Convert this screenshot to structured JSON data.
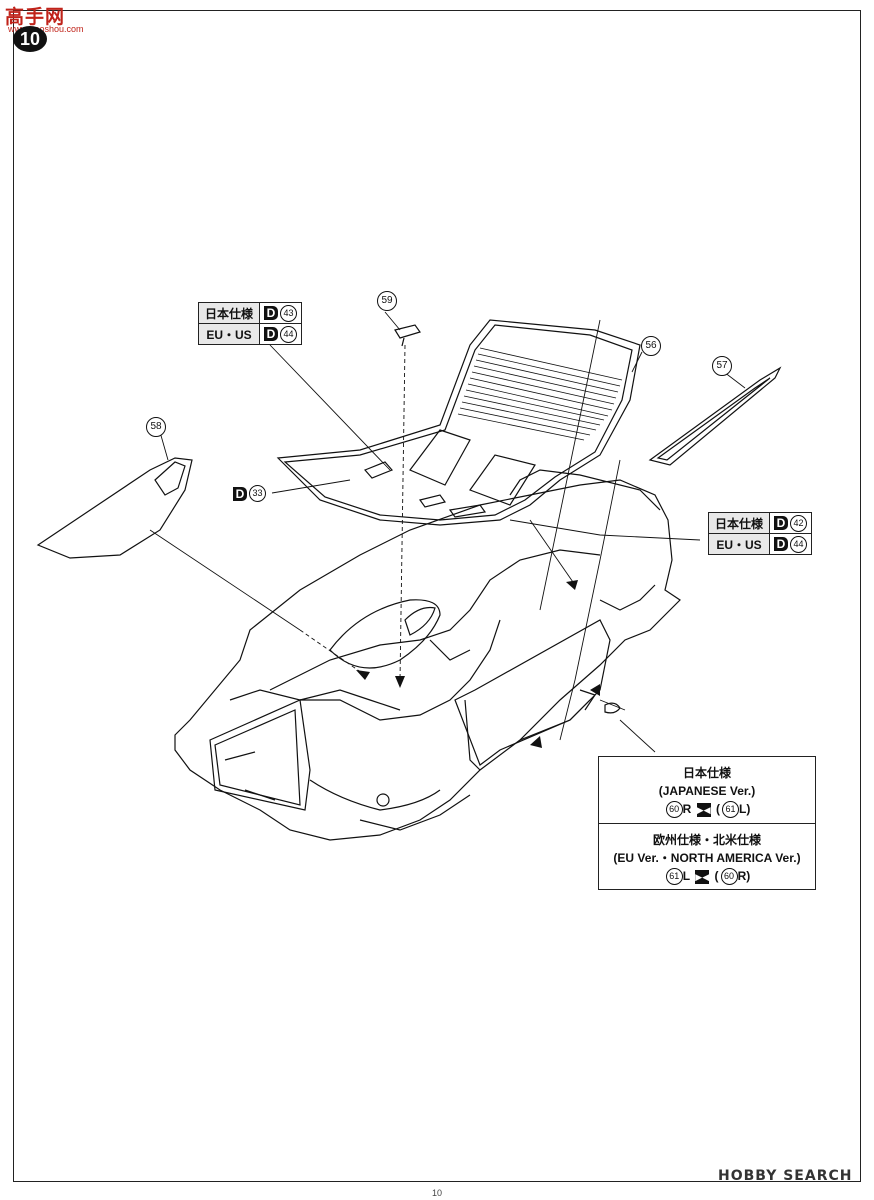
{
  "watermark": {
    "logo": "高手网",
    "url": "www.gaoshou.com"
  },
  "step_number": "10",
  "parts": {
    "p56": "56",
    "p57": "57",
    "p58": "58",
    "p59": "59"
  },
  "table_top_left": [
    {
      "label": "日本仕様",
      "code_letter": "D",
      "code_num": "43"
    },
    {
      "label": "EU・US",
      "code_letter": "D",
      "code_num": "44"
    }
  ],
  "table_right": [
    {
      "label": "日本仕様",
      "code_letter": "D",
      "code_num": "42"
    },
    {
      "label": "EU・US",
      "code_letter": "D",
      "code_num": "44"
    }
  ],
  "d33": {
    "letter": "D",
    "num": "33"
  },
  "versions": {
    "japan_title": "日本仕様",
    "japan_sub": "(JAPANESE Ver.)",
    "japan_left_num": "60",
    "japan_left_side": "R",
    "japan_right_num": "61",
    "japan_right_side": "L)",
    "eu_title": "欧州仕様・北米仕様",
    "eu_sub": "(EU Ver.・NORTH AMERICA Ver.)",
    "eu_left_num": "61",
    "eu_left_side": "L",
    "eu_right_num": "60",
    "eu_right_side": "R)"
  },
  "source_mark": "HOBBY SEARCH",
  "page_number": "10"
}
